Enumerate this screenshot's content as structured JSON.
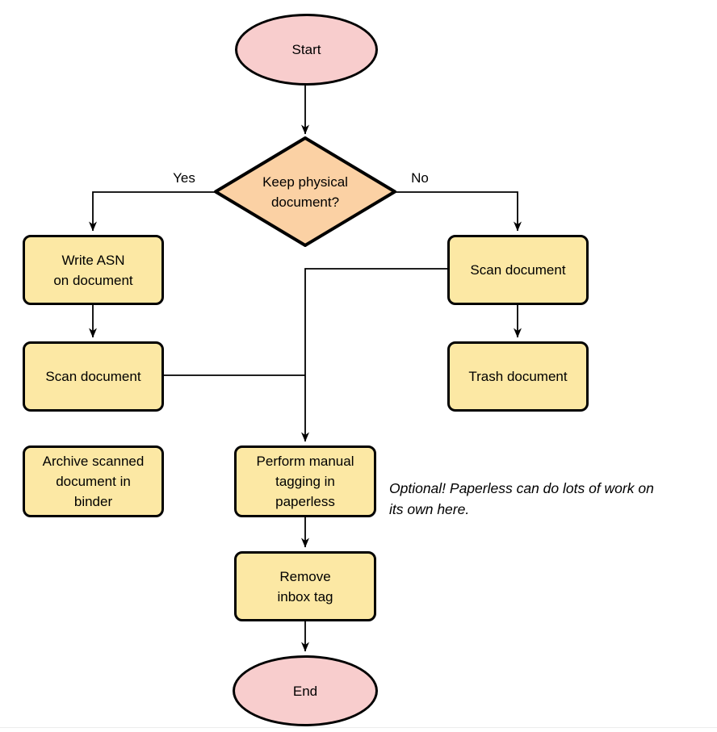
{
  "diagram": {
    "type": "flowchart",
    "colors": {
      "terminal_fill": "#f8cdcd",
      "decision_fill": "#fbd1a4",
      "process_fill": "#fce8a4",
      "stroke": "#000000",
      "text": "#000000"
    },
    "nodes": {
      "start": {
        "label": "Start",
        "shape": "ellipse"
      },
      "decision": {
        "label": "Keep physical\ndocument?",
        "shape": "diamond"
      },
      "write_asn": {
        "label": "Write ASN\non document",
        "shape": "rect"
      },
      "scan_left": {
        "label": "Scan document",
        "shape": "rect"
      },
      "archive": {
        "label": "Archive scanned\ndocument in\nbinder",
        "shape": "rect"
      },
      "scan_right": {
        "label": "Scan document",
        "shape": "rect"
      },
      "trash": {
        "label": "Trash document",
        "shape": "rect"
      },
      "tagging": {
        "label": "Perform manual\ntagging in\npaperless",
        "shape": "rect"
      },
      "remove_inbox": {
        "label": "Remove\ninbox tag",
        "shape": "rect"
      },
      "end": {
        "label": "End",
        "shape": "ellipse"
      }
    },
    "edge_labels": {
      "yes": "Yes",
      "no": "No"
    },
    "edges": [
      {
        "from": "start",
        "to": "decision"
      },
      {
        "from": "decision",
        "to": "write_asn",
        "label": "Yes"
      },
      {
        "from": "decision",
        "to": "scan_right",
        "label": "No"
      },
      {
        "from": "write_asn",
        "to": "scan_left"
      },
      {
        "from": "scan_left",
        "to": "tagging"
      },
      {
        "from": "scan_right",
        "to": "tagging"
      },
      {
        "from": "scan_right",
        "to": "trash"
      },
      {
        "from": "tagging",
        "to": "remove_inbox"
      },
      {
        "from": "remove_inbox",
        "to": "end"
      }
    ],
    "note": "Optional! Paperless can do lots of work on\nits own here."
  }
}
